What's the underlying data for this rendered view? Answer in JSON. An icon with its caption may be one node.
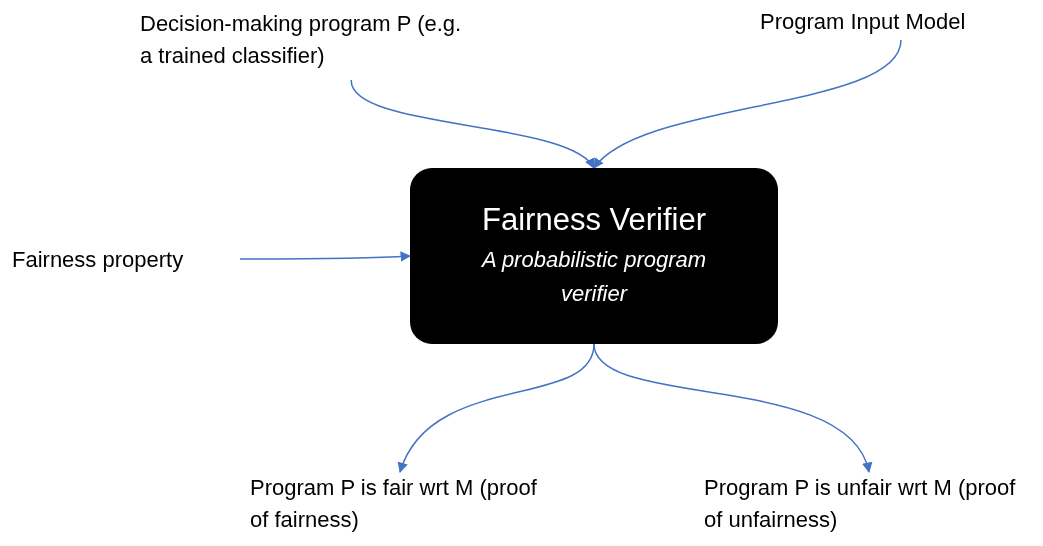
{
  "diagram": {
    "nodes": [
      {
        "text": [
          "Decision-making program P (e.g. a trained classifier)"
        ]
      },
      {
        "text": [
          "Program Input Model"
        ]
      },
      {
        "text": [
          "Fairness property"
        ]
      },
      {
        "text": [
          "Fairness Verifier",
          "A probabilistic program verifier"
        ]
      },
      {
        "text": [
          "Program P is fair wrt M (proof of fairness)"
        ]
      },
      {
        "text": [
          "Program P is unfair wrt M (proof of unfairness)"
        ]
      }
    ],
    "edges": [
      {
        "from": 0,
        "to": 3,
        "arrow": "to"
      },
      {
        "from": 1,
        "to": 3,
        "arrow": "to"
      },
      {
        "from": 2,
        "to": 3,
        "arrow": "to"
      },
      {
        "from": 3,
        "to": 4,
        "arrow": "to"
      },
      {
        "from": 3,
        "to": 5,
        "arrow": "to"
      }
    ]
  }
}
